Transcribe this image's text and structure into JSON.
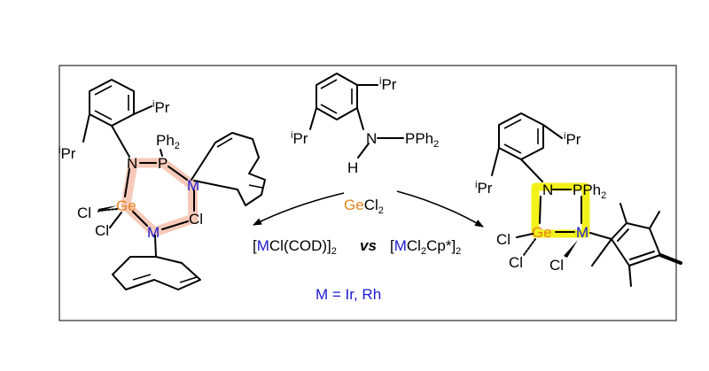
{
  "colors": {
    "metal": "#1a1ad4",
    "germanium": "#e8821e",
    "ring_highlight_left": "#f6c9b8",
    "ring_highlight_right": "#f2f21a",
    "frame": "#555555"
  },
  "atoms": {
    "ipr": "Pr",
    "ipr_sup": "i",
    "pph2": "PPh",
    "pph2_sub": "2",
    "ph2": "Ph",
    "ph2_sub": "2",
    "n": "N",
    "p": "P",
    "h": "H",
    "ge": "Ge",
    "m": "M",
    "cl": "Cl"
  },
  "reagent": {
    "ge": "Ge",
    "cl2": "Cl",
    "sub": "2"
  },
  "conditions": {
    "left_open": "[",
    "left_metal": "M",
    "left_rest": "Cl(COD)]",
    "left_sub": "2",
    "vs": "vs",
    "right_open": "[",
    "right_metal": "M",
    "right_rest": "Cl",
    "right_sub1": "2",
    "right_cp": "Cp*]",
    "right_sub2": "2"
  },
  "legend": {
    "m_eq": "M = Ir, Rh"
  }
}
